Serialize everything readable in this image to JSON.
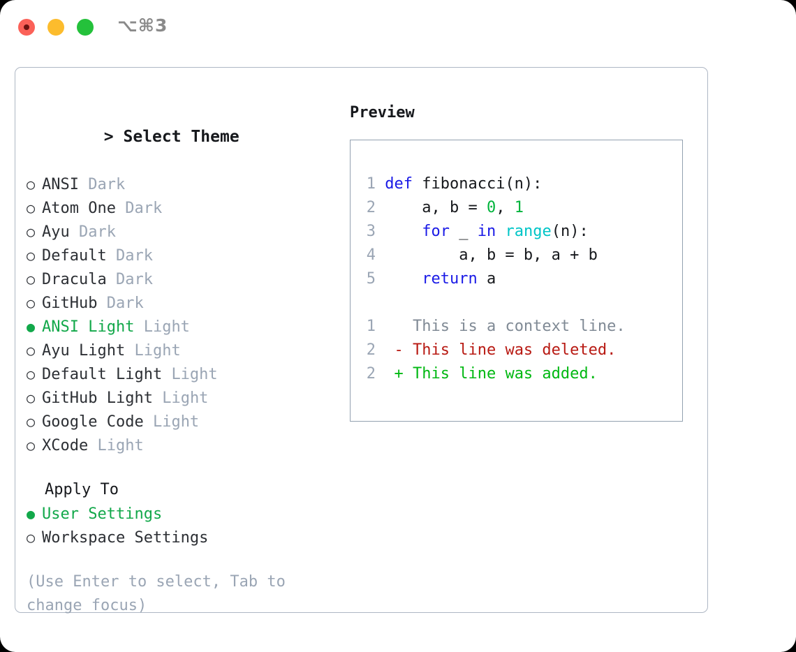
{
  "window": {
    "shortcut": "⌥⌘3",
    "traffic_lights": [
      {
        "name": "close",
        "color": "#fb6158"
      },
      {
        "name": "minimize",
        "color": "#fcbc2d"
      },
      {
        "name": "maximize",
        "color": "#24c13b"
      }
    ]
  },
  "colors": {
    "accent_green": "#12a84a",
    "muted": "#9aa5b4",
    "border": "#aeb7c4",
    "preview_border": "#93a1b0",
    "keyword": "#1a1ae6",
    "function": "#00c5c7",
    "number": "#00b43c",
    "diff_context": "#808a95",
    "diff_deleted": "#b81a13",
    "diff_added": "#00b812"
  },
  "theme_picker": {
    "caret": ">",
    "title": "Select Theme",
    "bullet_on": "●",
    "bullet_off": "○",
    "items": [
      {
        "label": "ANSI",
        "suffix": "Dark",
        "selected": false
      },
      {
        "label": "Atom One",
        "suffix": "Dark",
        "selected": false
      },
      {
        "label": "Ayu",
        "suffix": "Dark",
        "selected": false
      },
      {
        "label": "Default",
        "suffix": "Dark",
        "selected": false
      },
      {
        "label": "Dracula",
        "suffix": "Dark",
        "selected": false
      },
      {
        "label": "GitHub",
        "suffix": "Dark",
        "selected": false
      },
      {
        "label": "ANSI Light",
        "suffix": "Light",
        "selected": true
      },
      {
        "label": "Ayu Light",
        "suffix": "Light",
        "selected": false
      },
      {
        "label": "Default Light",
        "suffix": "Light",
        "selected": false
      },
      {
        "label": "GitHub Light",
        "suffix": "Light",
        "selected": false
      },
      {
        "label": "Google Code",
        "suffix": "Light",
        "selected": false
      },
      {
        "label": "XCode",
        "suffix": "Light",
        "selected": false
      }
    ]
  },
  "apply_to": {
    "title": "Apply To",
    "items": [
      {
        "label": "User Settings",
        "selected": true
      },
      {
        "label": "Workspace Settings",
        "selected": false
      }
    ]
  },
  "hint": "(Use Enter to select, Tab to change focus)",
  "preview": {
    "title": "Preview",
    "code_lines": [
      {
        "number": "1",
        "tokens": [
          {
            "text": "def ",
            "kind": "kw"
          },
          {
            "text": "fibonacci(n):",
            "kind": "plain"
          }
        ]
      },
      {
        "number": "2",
        "tokens": [
          {
            "text": "    a, b = ",
            "kind": "plain"
          },
          {
            "text": "0",
            "kind": "num"
          },
          {
            "text": ", ",
            "kind": "plain"
          },
          {
            "text": "1",
            "kind": "num"
          }
        ]
      },
      {
        "number": "3",
        "tokens": [
          {
            "text": "    ",
            "kind": "plain"
          },
          {
            "text": "for",
            "kind": "kw"
          },
          {
            "text": " _ ",
            "kind": "plain"
          },
          {
            "text": "in",
            "kind": "kw"
          },
          {
            "text": " ",
            "kind": "plain"
          },
          {
            "text": "range",
            "kind": "fn"
          },
          {
            "text": "(n):",
            "kind": "plain"
          }
        ]
      },
      {
        "number": "4",
        "tokens": [
          {
            "text": "        a, b = b, a + b",
            "kind": "plain"
          }
        ]
      },
      {
        "number": "5",
        "tokens": [
          {
            "text": "    ",
            "kind": "plain"
          },
          {
            "text": "return",
            "kind": "kw"
          },
          {
            "text": " a",
            "kind": "plain"
          }
        ]
      }
    ],
    "diff_lines": [
      {
        "number": "1",
        "marker": " ",
        "text": " This is a context line.",
        "kind": "d-ctx"
      },
      {
        "number": "2",
        "marker": "-",
        "text": " This line was deleted.",
        "kind": "d-del"
      },
      {
        "number": "2",
        "marker": "+",
        "text": " This line was added.",
        "kind": "d-add"
      }
    ]
  }
}
